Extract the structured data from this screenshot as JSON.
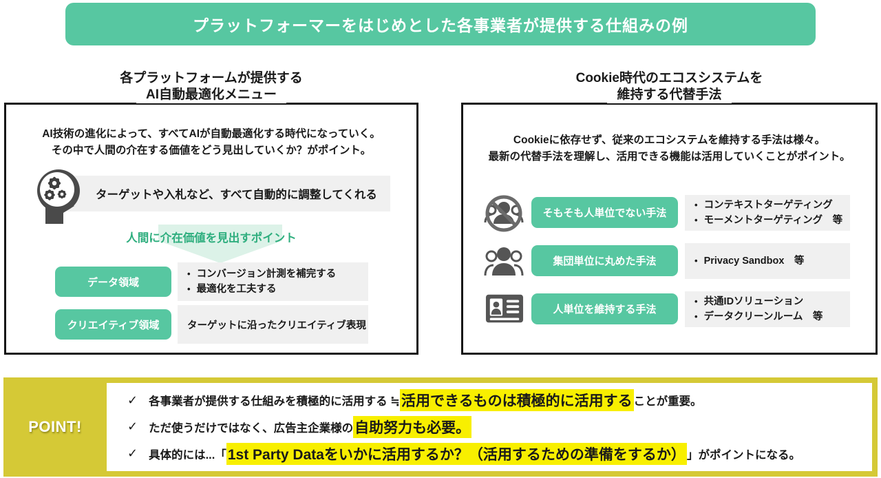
{
  "colors": {
    "green": "#57C7A1",
    "green_text": "#2EAE7E",
    "light_green_arrow": "#DCF2E8",
    "gray_box": "#F0F0F0",
    "olive": "#D5C936",
    "highlight_yellow": "#F8EF00",
    "icon_gray": "#555555"
  },
  "ui": {
    "bullet": "•"
  },
  "header": {
    "title": "プラットフォーマーをはじめとした各事業者が提供する仕組みの例"
  },
  "left_panel": {
    "title_line1": "各プラットフォームが提供する",
    "title_line2": "AI自動最適化メニュー",
    "intro_line1": "AI技術の進化によって、すべてAIが自動最適化する時代になっていく。",
    "intro_line2": "その中で人間の介在する価値をどう見出していくか？がポイント。",
    "auto_banner": {
      "icon": "head-gears-icon",
      "text": "ターゲットや入札など、すべて自動的に調整してくれる"
    },
    "arrow_label": "人間に介在価値を見出すポイント",
    "data_row": {
      "label": "データ領域",
      "bullets": [
        "コンバージョン計測を補完する",
        "最適化を工夫する"
      ]
    },
    "creative_row": {
      "label": "クリエイティブ領域",
      "text": "ターゲットに沿ったクリエイティブ表現"
    }
  },
  "right_panel": {
    "title_line1": "Cookie時代のエコスシステムを",
    "title_line2": "維持する代替手法",
    "intro_line1": "Cookieに依存せず、従来のエコシステムを維持する手法は様々。",
    "intro_line2": "最新の代替手法を理解し、活用できる機能は活用していくことがポイント。",
    "rows": [
      {
        "icon": "no-person-icon",
        "label": "そもそも人単位でない手法",
        "bullets": [
          "コンテキストターゲティング",
          "モーメントターゲティング　等"
        ]
      },
      {
        "icon": "people-group-icon",
        "label": "集団単位に丸めた手法",
        "bullets": [
          "Privacy Sandbox　等"
        ]
      },
      {
        "icon": "id-card-icon",
        "label": "人単位を維持する手法",
        "bullets": [
          "共通IDソリューション",
          "データクリーンルーム　等"
        ]
      }
    ]
  },
  "point": {
    "label": "POINT!",
    "check": "✓",
    "items": [
      {
        "pre": "各事業者が提供する仕組みを積極的に活用する ≒ ",
        "highlight": "活用できるものは積極的に活用する",
        "post": "ことが重要。"
      },
      {
        "pre": "ただ使うだけではなく、広告主企業様の",
        "highlight": "自助努力も必要。",
        "post": ""
      },
      {
        "pre": "具体的には...「",
        "highlight": "1st Party Dataをいかに活用するか？（活用するための準備をするか）",
        "post": "」がポイントになる。"
      }
    ]
  }
}
